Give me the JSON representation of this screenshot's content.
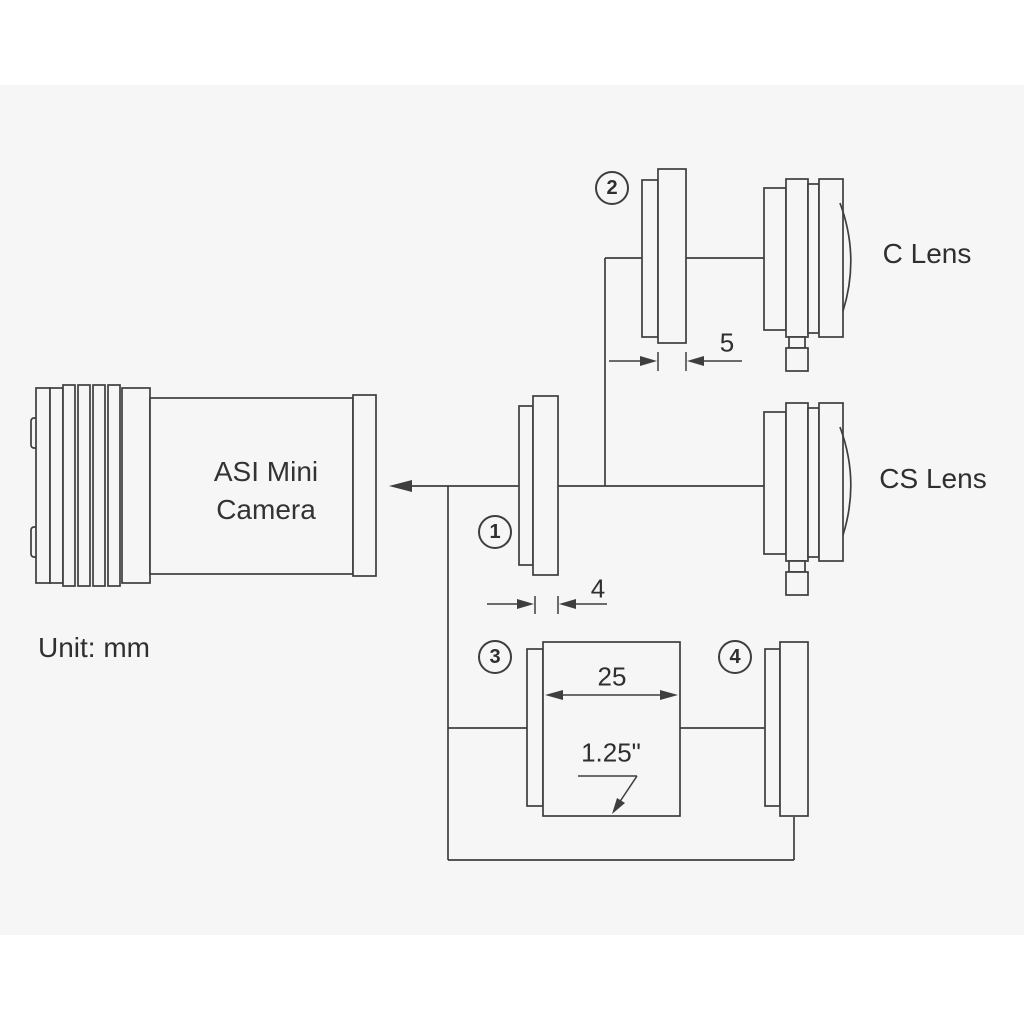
{
  "drawing": {
    "page_background": "#ffffff",
    "canvas_background": "#f6f6f6",
    "line_color": "#3e3e3e",
    "text_color": "#2f2f2f"
  },
  "camera": {
    "name_line1": "ASI Mini",
    "name_line2": "Camera"
  },
  "unit_note": "Unit: mm",
  "lens_labels": {
    "c": "C Lens",
    "cs": "CS Lens"
  },
  "callouts": [
    {
      "number": "1"
    },
    {
      "number": "2"
    },
    {
      "number": "3"
    },
    {
      "number": "4"
    }
  ],
  "dimensions": {
    "adapter_1_thickness": "4",
    "adapter_2_thickness": "5",
    "nosepiece_length": "25",
    "nosepiece_diameter": "1.25\""
  }
}
